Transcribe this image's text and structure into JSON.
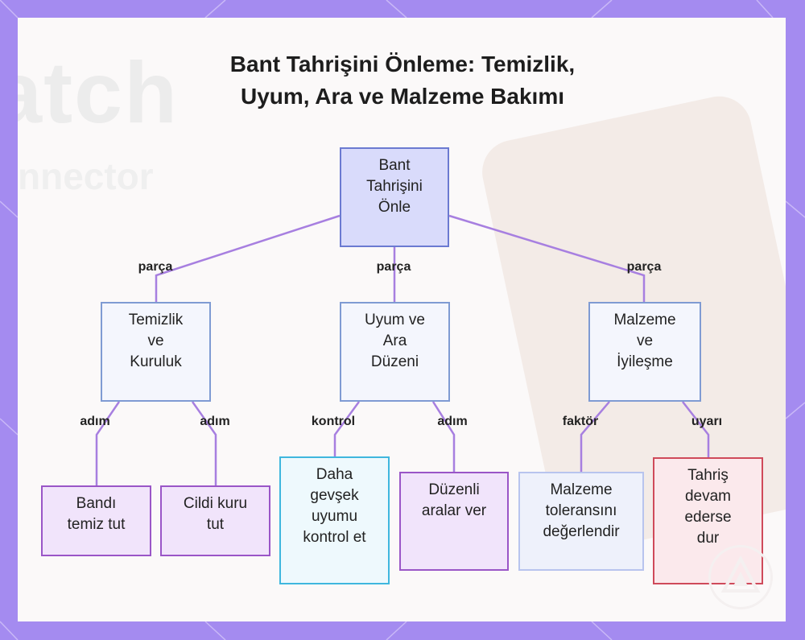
{
  "title": {
    "line1": "Bant Tahrişini Önleme: Temizlik,",
    "line2": "Uyum, Ara ve Malzeme Bakımı"
  },
  "background": {
    "word1": "atch",
    "word2": "nnector"
  },
  "colors": {
    "frame": "#a48bf0",
    "edge": "#a77fe0",
    "root_fill": "#d9dbfb",
    "warning_border": "#cf4a5a"
  },
  "nodes": {
    "root": "Bant\nTahrişini\nÖnle",
    "cleaning": "Temizlik\nve\nKuruluk",
    "fit": "Uyum ve\nAra\nDüzeni",
    "material": "Malzeme\nve\nİyileşme",
    "keep_tape_clean": "Bandı\ntemiz tut",
    "keep_skin_dry": "Cildi kuru\ntut",
    "check_loose_fit": "Daha\ngevşek\nuyumu\nkontrol et",
    "give_breaks": "Düzenli\naralar ver",
    "evaluate_tolerance": "Malzeme\ntoleransını\ndeğerlendir",
    "stop_if_continues": "Tahriş\ndevam\nederse\ndur"
  },
  "edges": {
    "root_cleaning": "parça",
    "root_fit": "parça",
    "root_material": "parça",
    "cleaning_tape": "adım",
    "cleaning_skin": "adım",
    "fit_check": "kontrol",
    "fit_breaks": "adım",
    "material_tolerance": "faktör",
    "material_stop": "uyarı"
  }
}
